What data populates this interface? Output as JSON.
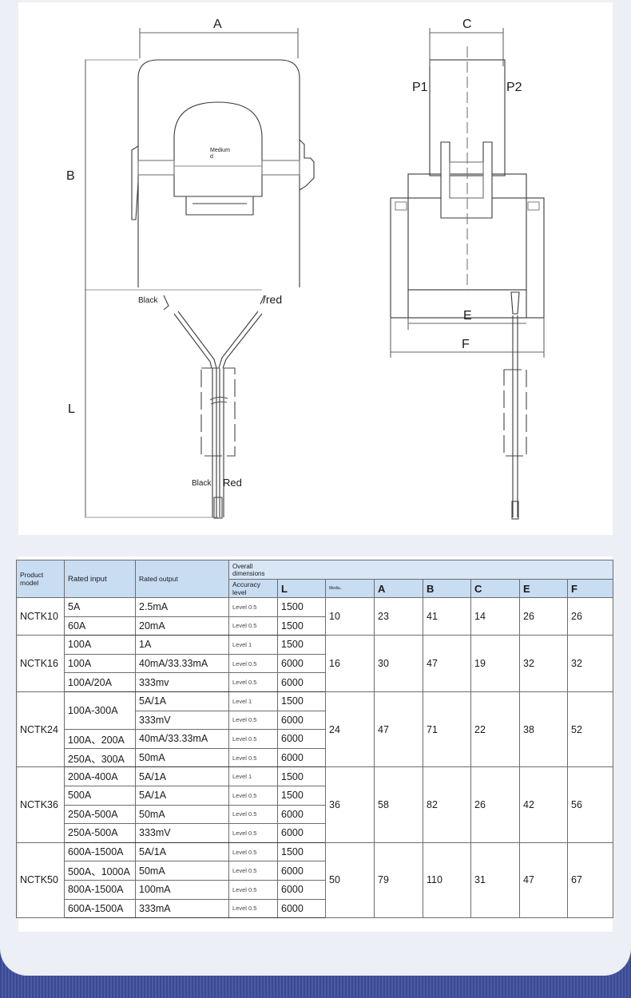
{
  "drawing": {
    "left_view": {
      "dim_a": "A",
      "dim_b": "B",
      "dim_l": "L",
      "inner_label": "Medium\nd",
      "wire_left_top": "Black",
      "wire_right_top": "/red",
      "wire_left_bottom": "Black",
      "wire_right_bottom": "Red"
    },
    "right_view": {
      "dim_c": "C",
      "dim_e": "E",
      "dim_f": "F",
      "p1": "P1",
      "p2": "P2"
    }
  },
  "table": {
    "headers": {
      "product_model": "Product model",
      "rated_input": "Rated input",
      "rated_output": "Rated output",
      "overall_dimensions": "Overall dimensions",
      "accuracy_level": "Accuracy level",
      "l": "L",
      "medium": "Mediu..",
      "a": "A",
      "b": "B",
      "c": "C",
      "e": "E",
      "f": "F"
    },
    "groups": [
      {
        "model": "NCTK10",
        "medium": "10",
        "a": "23",
        "b": "41",
        "c": "14",
        "e": "26",
        "f": "26",
        "rows": [
          {
            "input": "5A",
            "output": "2.5mA",
            "level": "Level 0.5",
            "l": "1500"
          },
          {
            "input": "60A",
            "output": "20mA",
            "level": "Level 0.5",
            "l": "1500"
          }
        ]
      },
      {
        "model": "NCTK16",
        "medium": "16",
        "a": "30",
        "b": "47",
        "c": "19",
        "e": "32",
        "f": "32",
        "rows": [
          {
            "input": "100A",
            "output": "1A",
            "level": "Level 1",
            "l": "1500"
          },
          {
            "input": "100A",
            "output": "40mA/33.33mA",
            "level": "Level 0.5",
            "l": "6000"
          },
          {
            "input": "100A/20A",
            "output": "333mv",
            "level": "Level 0.5",
            "l": "6000"
          }
        ]
      },
      {
        "model": "NCTK24",
        "medium": "24",
        "a": "47",
        "b": "71",
        "c": "22",
        "e": "38",
        "f": "52",
        "rows": [
          {
            "input": "100A-300A",
            "output": "5A/1A",
            "level": "Level 1",
            "l": "1500"
          },
          {
            "input": "",
            "output": "333mV",
            "level": "Level 0.5",
            "l": "6000"
          },
          {
            "input": "100A、200A",
            "output": "40mA/33.33mA",
            "level": "Level 0.5",
            "l": "6000"
          },
          {
            "input": "250A、300A",
            "output": "50mA",
            "level": "Level 0.5",
            "l": "6000"
          }
        ]
      },
      {
        "model": "NCTK36",
        "medium": "36",
        "a": "58",
        "b": "82",
        "c": "26",
        "e": "42",
        "f": "56",
        "rows": [
          {
            "input": "200A-400A",
            "output": "5A/1A",
            "level": "Level 1",
            "l": "1500"
          },
          {
            "input": "500A",
            "output": "5A/1A",
            "level": "Level 0.5",
            "l": "1500"
          },
          {
            "input": "250A-500A",
            "output": "50mA",
            "level": "Level 0.5",
            "l": "6000"
          },
          {
            "input": "250A-500A",
            "output": "333mV",
            "level": "Level 0.5",
            "l": "6000"
          }
        ]
      },
      {
        "model": "NCTK50",
        "medium": "50",
        "a": "79",
        "b": "110",
        "c": "31",
        "e": "47",
        "f": "67",
        "rows": [
          {
            "input": "600A-1500A",
            "output": "5A/1A",
            "level": "Level 0.5",
            "l": "1500"
          },
          {
            "input": "500A、1000A",
            "output": "50mA",
            "level": "Level 0.5",
            "l": "6000"
          },
          {
            "input": "800A-1500A",
            "output": "100mA",
            "level": "Level 0.5",
            "l": "6000"
          },
          {
            "input": "600A-1500A",
            "output": "333mA",
            "level": "Level 0.5",
            "l": "6000"
          }
        ]
      }
    ]
  }
}
